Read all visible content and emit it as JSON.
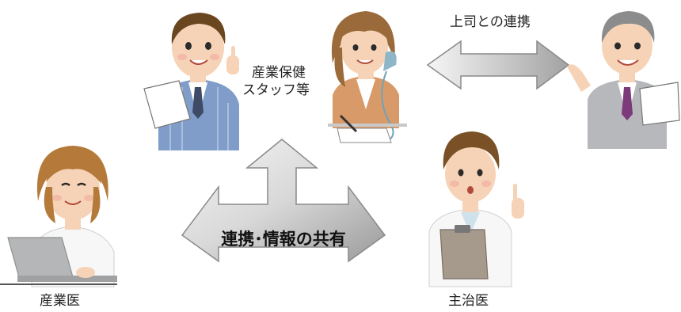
{
  "labels": {
    "boss_link": "上司との連携",
    "staff_line1": "産業保健",
    "staff_line2": "スタッフ等",
    "occupational_physician": "産業医",
    "attending_physician": "主治医",
    "center": "連携･情報の共有"
  },
  "colors": {
    "arrow_light": "#f4f4f4",
    "arrow_dark": "#9e9e9e",
    "arrow_stroke": "#8a8a8a",
    "skin": "#f6d3b6",
    "hair_brown": "#8a5a2b",
    "suit_blue": "#7f9dc8",
    "suit_gray": "#b6b8bb",
    "coat_white": "#f7f7f7",
    "jacket_orange": "#d99a6a"
  },
  "icons": [
    "staff-person-icon",
    "receptionist-icon",
    "boss-icon",
    "occupational-physician-icon",
    "attending-physician-icon",
    "double-arrow-icon",
    "three-way-arrow-icon"
  ]
}
